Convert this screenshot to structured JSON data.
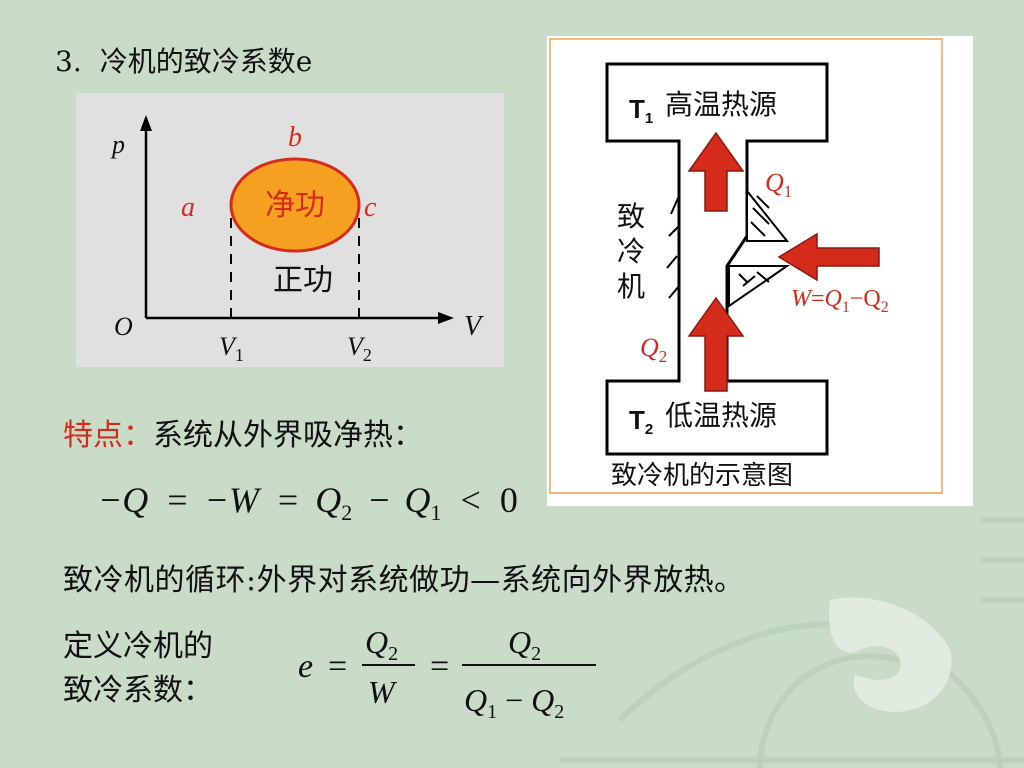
{
  "slide": {
    "title_num": "3.",
    "title_text": "冷机的致冷系数e"
  },
  "pv_diagram": {
    "axis_p": "p",
    "axis_v": "V",
    "origin": "O",
    "v1_main": "V",
    "v1_sub": "1",
    "v2_main": "V",
    "v2_sub": "2",
    "point_a": "a",
    "point_b": "b",
    "point_c": "c",
    "net_work": "净功",
    "positive_work": "正功"
  },
  "fridge_diagram": {
    "high_source_t": "T",
    "high_source_sub": "1",
    "high_source_label": "高温热源",
    "low_source_t": "T",
    "low_source_sub": "2",
    "low_source_label": "低温热源",
    "machine_char1": "致",
    "machine_char2": "冷",
    "machine_char3": "机",
    "q1_main": "Q",
    "q1_sub": "1",
    "q2_main": "Q",
    "q2_sub": "2",
    "w_eq_w": "W",
    "w_eq_mid": "=",
    "w_eq_q": "Q",
    "w_eq_q1sub": "1",
    "w_eq_minus": "−Q",
    "w_eq_q2sub": "2",
    "caption": "致冷机的示意图",
    "arrow_color": "#d42b1b"
  },
  "feature": {
    "label": "特点：",
    "text": "系统从外界吸净热："
  },
  "equation1": {
    "minus_q": "−Q",
    "eq1": "=",
    "minus_w": "−W",
    "eq2": "=",
    "q2": "Q",
    "q2_sub": "2",
    "minus": "−",
    "q1": "Q",
    "q1_sub": "1",
    "lt": "<",
    "zero": "0"
  },
  "cycle_text": "致冷机的循环:外界对系统做功—系统向外界放热。",
  "definition": {
    "line1": "定义冷机的",
    "line2": "致冷系数："
  },
  "equation2": {
    "e": "e",
    "eq1": "=",
    "num1": "Q",
    "num1_sub": "2",
    "den1": "W",
    "eq2": "=",
    "num2": "Q",
    "num2_sub": "2",
    "den2_q1": "Q",
    "den2_q1_sub": "1",
    "den2_minus": "−",
    "den2_q2": "Q",
    "den2_q2_sub": "2"
  },
  "colors": {
    "background": "#c9dcc8",
    "accent_red": "#d42b1b",
    "ellipse_fill": "#f5a020",
    "panel_gray": "#e0e0e0"
  }
}
